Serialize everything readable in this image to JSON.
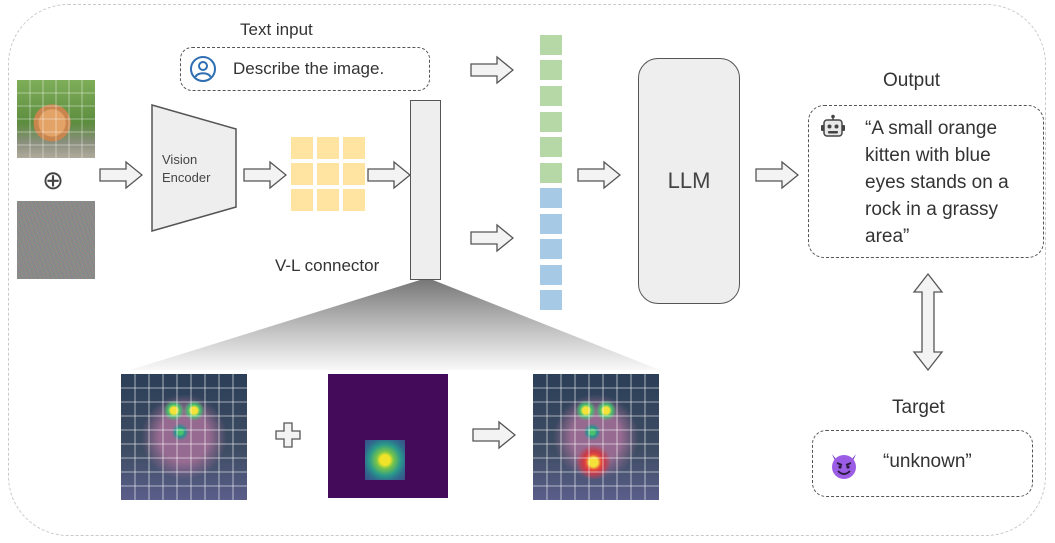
{
  "text_input": {
    "label": "Text input",
    "prompt": "Describe the image."
  },
  "vision_encoder": {
    "label_line1": "Vision",
    "label_line2": "Encoder"
  },
  "connector": {
    "label": "V-L connector"
  },
  "llm": {
    "label": "LLM"
  },
  "output": {
    "label": "Output",
    "text_lines": [
      "“A small orange",
      "kitten with blue",
      "eyes stands on a",
      "rock in a grassy",
      "area”"
    ]
  },
  "target": {
    "label": "Target",
    "text": "“unknown”"
  },
  "symbols": {
    "oplus": "⊕"
  },
  "icons": [
    "user-icon",
    "robot-icon",
    "devil-icon"
  ],
  "colors": {
    "patch": "#ffe3a1",
    "text_token": "#b5d8a6",
    "visual_token": "#a6c9e6",
    "heatmap_bg": "#440b5b"
  }
}
